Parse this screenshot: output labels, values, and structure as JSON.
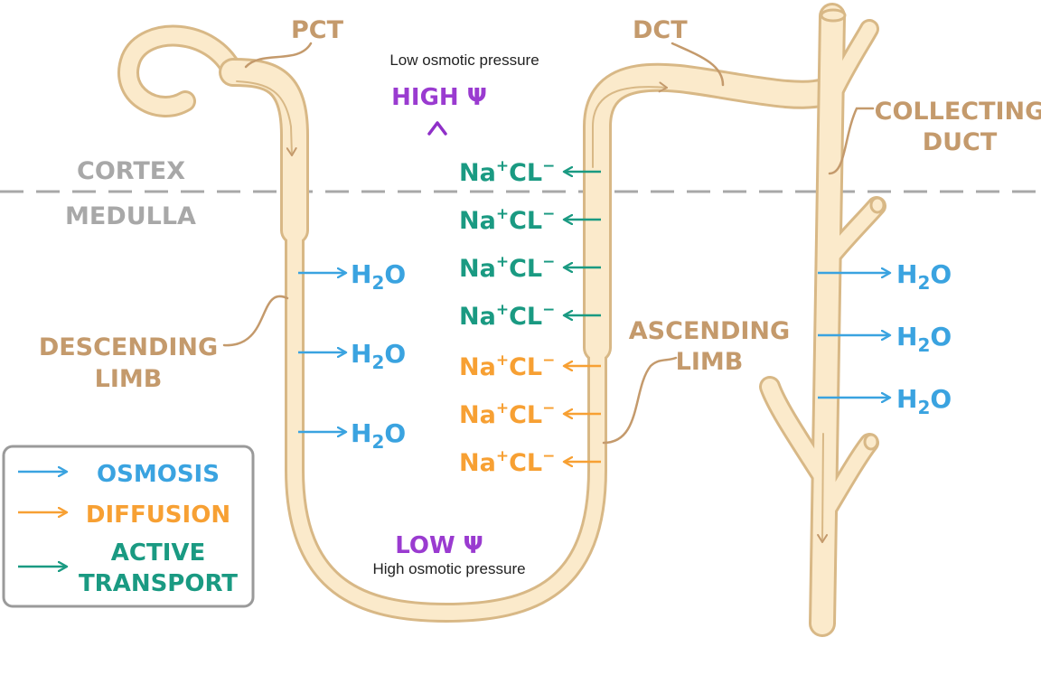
{
  "labels": {
    "pct": "PCT",
    "dct": "DCT",
    "cortex": "CORTEX",
    "medulla": "MEDULLA",
    "collecting_duct_line1": "COLLECTING",
    "collecting_duct_line2": "DUCT",
    "descending_limb_line1": "DESCENDING",
    "descending_limb_line2": "LIMB",
    "ascending_limb_line1": "ASCENDING",
    "ascending_limb_line2": "LIMB"
  },
  "gradient": {
    "top_caption": "Low osmotic pressure",
    "top_label": "HIGH Ψ",
    "bottom_label": "LOW Ψ",
    "bottom_caption": "High  osmotic pressure"
  },
  "molecules": {
    "water_base": "H",
    "water_sub": "2",
    "water_end": "O",
    "nacl_base": "Na",
    "nacl_sup1": "+",
    "nacl_mid": "CL",
    "nacl_sup2": "−"
  },
  "legend": {
    "osmosis": "OSMOSIS",
    "diffusion": "DIFFUSION",
    "active_line1": "ACTIVE",
    "active_line2": "TRANSPORT"
  },
  "colors": {
    "tube_fill": "#fbeacb",
    "tube_stroke": "#d8b886",
    "label_brown": "#c49a6c",
    "zone_gray": "#a8a8a8",
    "osmosis_blue": "#3aa3e0",
    "diffusion_orange": "#f7a033",
    "active_green": "#1a9a82",
    "gradient_purple": "#9a3bd0"
  }
}
